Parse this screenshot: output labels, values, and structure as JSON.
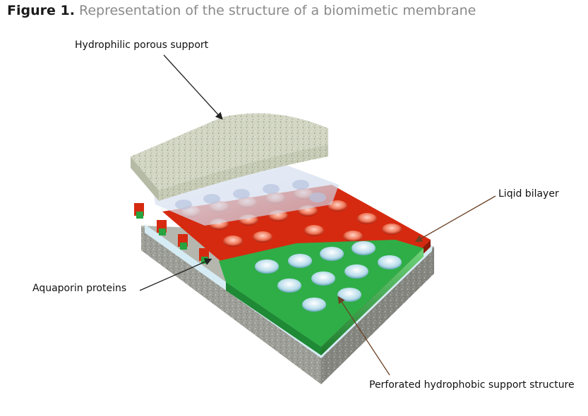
{
  "figure": {
    "number_label": "Figure 1.",
    "title": "Representation of the structure of a biomimetic membrane"
  },
  "labels": {
    "hydrophilic_support": "Hydrophilic porous support",
    "lipid_bilayer": "Liqid bilayer",
    "aquaporin": "Aquaporin proteins",
    "perforated_support": "Perforated hydrophobic support structure"
  },
  "colors": {
    "support_gray": "#9c9e97",
    "support_light": "#c7cdb4",
    "lipid_red": "#d62a10",
    "hydrophobic_green": "#27a33f",
    "water_blue": "#cfe6f0",
    "arrow_dark": "#222222",
    "arrow_brown": "#6b4226"
  }
}
